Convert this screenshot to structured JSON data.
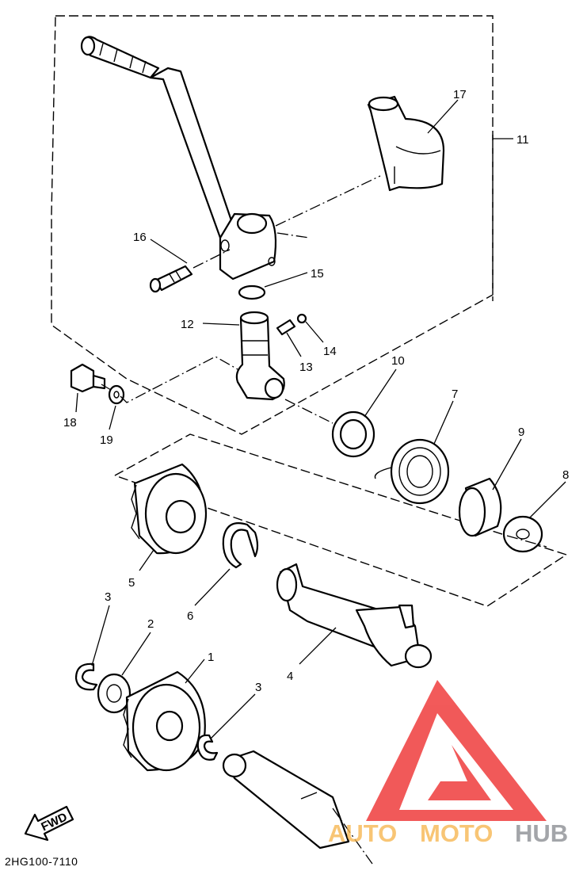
{
  "part_labels": [
    "1",
    "2",
    "3",
    "3",
    "4",
    "5",
    "6",
    "7",
    "8",
    "9",
    "10",
    "11",
    "12",
    "13",
    "14",
    "15",
    "16",
    "17",
    "18",
    "19"
  ],
  "diagram_code": "2HG100-7110",
  "fwd_label": "FWD",
  "watermark": {
    "auto": "AUTO",
    "moto": "MOTO",
    "hub": "HUB"
  },
  "colors": {
    "watermark_red": "#ee2b2b",
    "watermark_orange": "#f7b64f",
    "watermark_gray": "#8a8d92",
    "line": "#000000"
  }
}
